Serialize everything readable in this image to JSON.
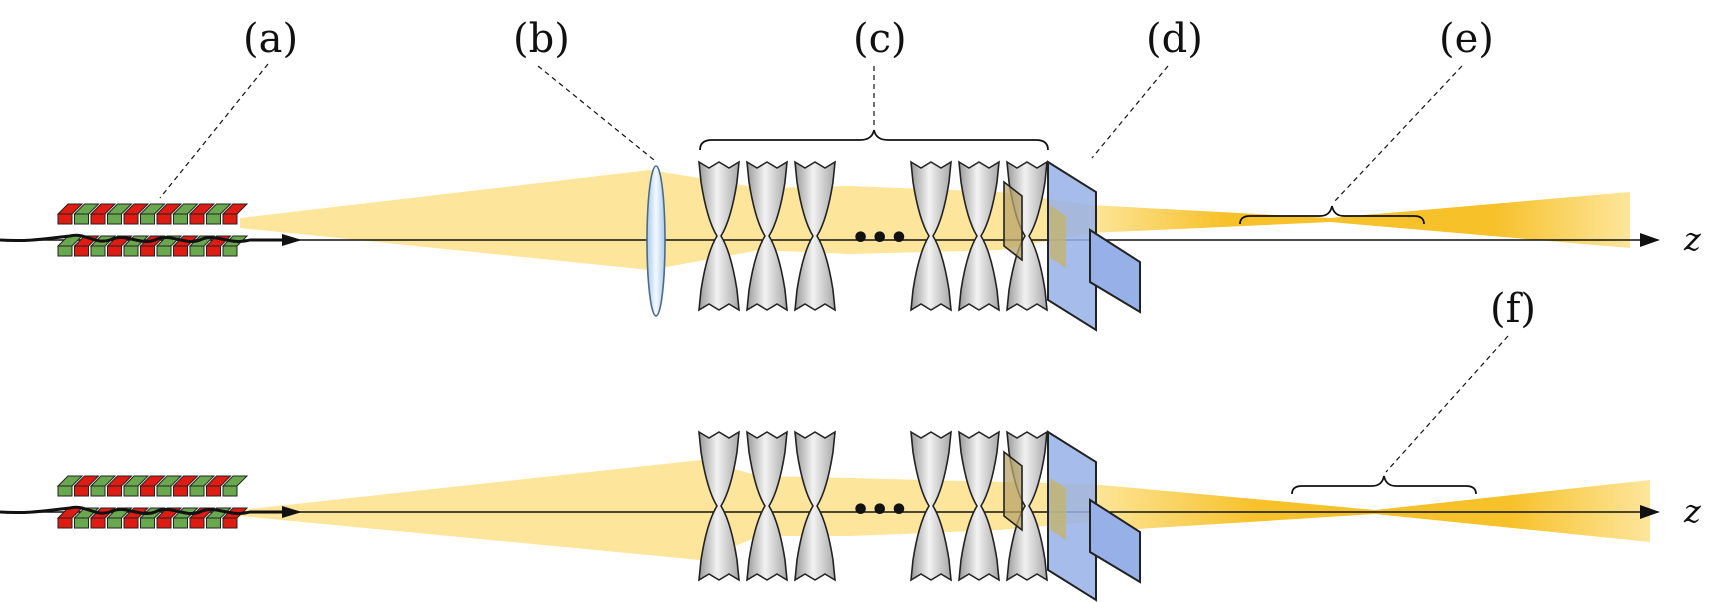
{
  "labels": {
    "a": "(a)",
    "b": "(b)",
    "c": "(c)",
    "d": "(d)",
    "e": "(e)",
    "f": "(f)"
  },
  "axis_label": "z",
  "ellipsis": "•••",
  "colors": {
    "beam_light": "#fde69c",
    "beam_focus": "#f6bd1c",
    "magnet_red": "#e01b12",
    "magnet_green": "#6aa84f",
    "quad_gray": "#c8c8c8",
    "plate_blue": "#97b0e8",
    "lens_blue": "#cfe3f5"
  },
  "rows": [
    "top",
    "bottom"
  ]
}
